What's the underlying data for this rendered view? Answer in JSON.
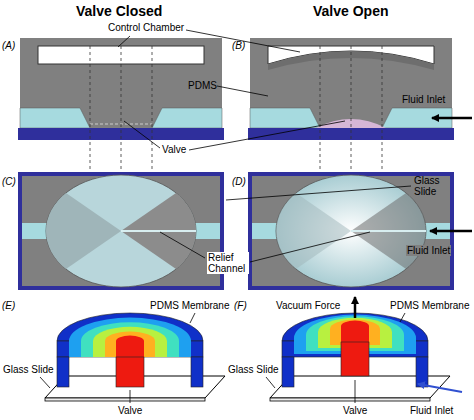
{
  "diagram": {
    "labels": [
      "Valve Closed",
      "Valve Open",
      "Control Chamber",
      "(A)",
      "(B)",
      "PDMS",
      "Fluid Inlet",
      "Valve",
      "(C)",
      "(D)",
      "Glass Slide",
      "Fluid Inlet",
      "Relief Channel",
      "(E)",
      "PDMS Membrane",
      "(F)",
      "Vacuum Force",
      "PDMS Membrane",
      "Glass Slide",
      "Glass Slide",
      "Valve",
      "Valve",
      "Fluid Inlet"
    ]
  }
}
